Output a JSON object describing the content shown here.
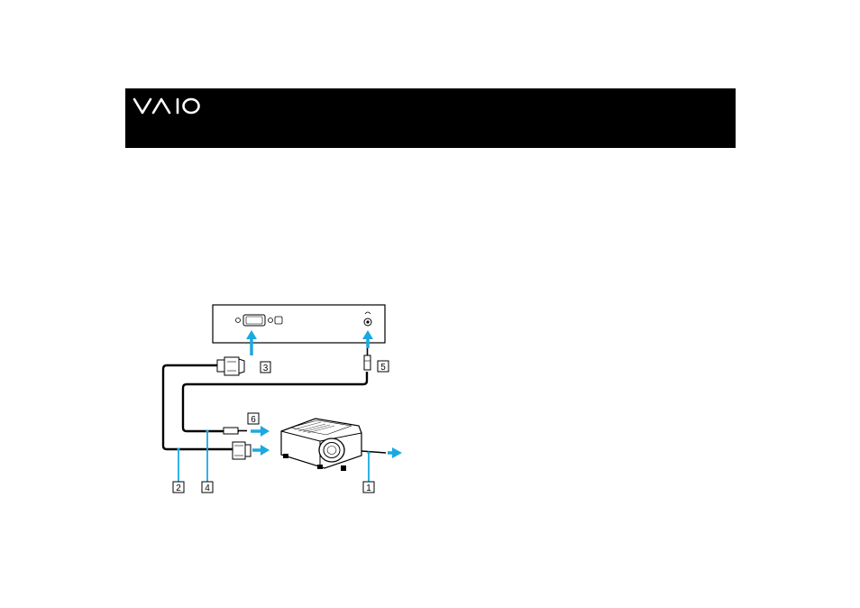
{
  "header": {
    "logo": "VAIO",
    "bar_color": "#000000"
  },
  "diagram": {
    "callouts": [
      "1",
      "2",
      "3",
      "4",
      "5",
      "6"
    ],
    "accent_color": "#1aa9e0"
  }
}
